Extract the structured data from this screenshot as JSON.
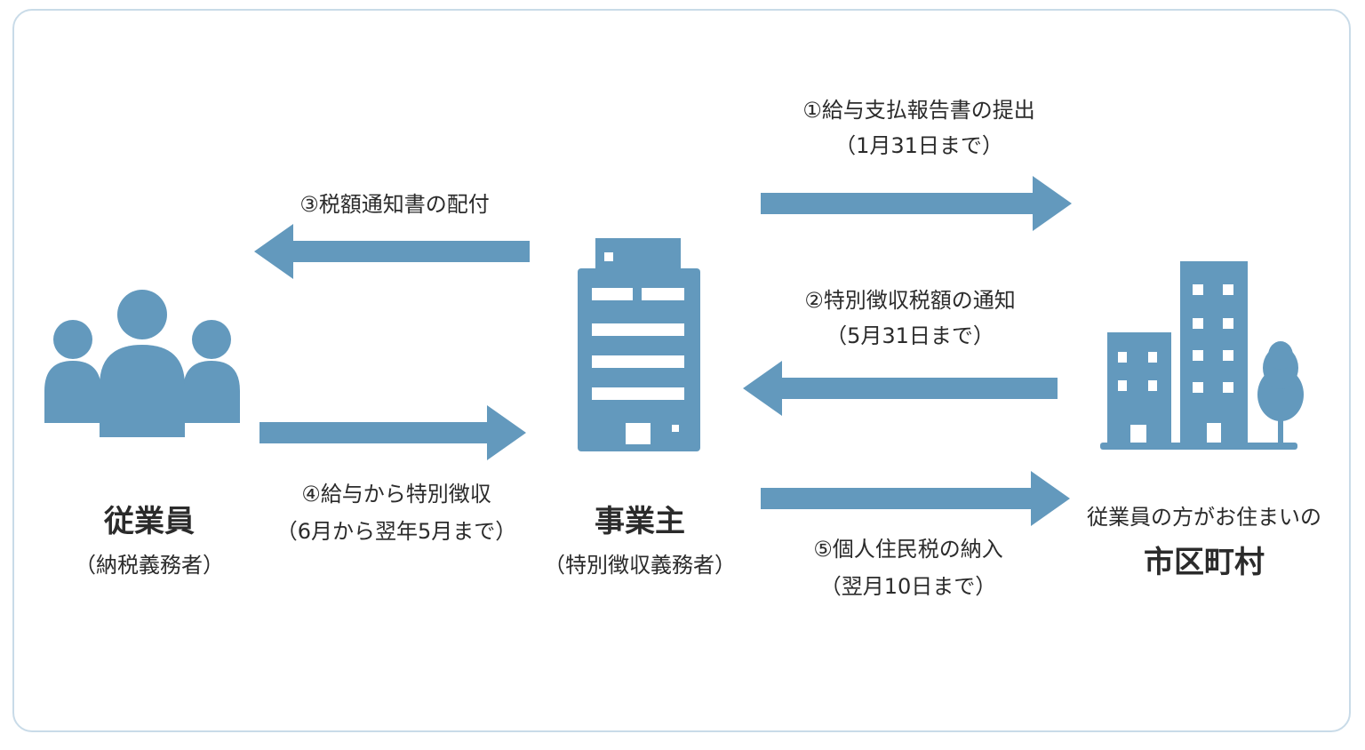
{
  "colors": {
    "icon": "#6399bd",
    "arrow": "#6399bd",
    "frame_border": "#c9dbe8",
    "text": "#2b2b2b"
  },
  "entities": {
    "employee": {
      "name": "従業員",
      "sub": "（納税義務者）",
      "icon": "people-icon"
    },
    "employer": {
      "name": "事業主",
      "sub": "（特別徴収義務者）",
      "icon": "office-building-icon"
    },
    "municipality": {
      "pre": "従業員の方がお住まいの",
      "name": "市区町村",
      "icon": "city-buildings-icon"
    }
  },
  "flows": [
    {
      "step": "①給与支払報告書の提出",
      "date": "（1月31日まで）",
      "direction": "right"
    },
    {
      "step": "②特別徴収税額の通知",
      "date": "（5月31日まで）",
      "direction": "left"
    },
    {
      "step": "③税額通知書の配付",
      "date": "",
      "direction": "left"
    },
    {
      "step": "④給与から特別徴収",
      "date": "（6月から翌年5月まで）",
      "direction": "right"
    },
    {
      "step": "⑤個人住民税の納入",
      "date": "（翌月10日まで）",
      "direction": "right"
    }
  ]
}
